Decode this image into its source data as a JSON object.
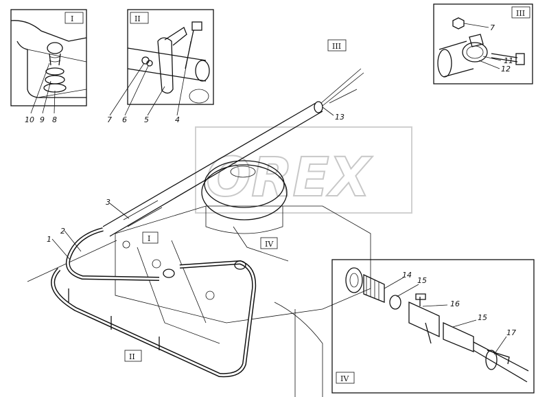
{
  "watermark": "OREX",
  "inset_tags": [
    "I",
    "II",
    "III",
    "IV"
  ],
  "callouts": {
    "inset1": [
      "10",
      "9",
      "8"
    ],
    "inset2": [
      "7",
      "6",
      "5",
      "4"
    ],
    "inset3": [
      "7",
      "11",
      "12"
    ],
    "inset4": [
      "14",
      "15",
      "16",
      "15",
      "17"
    ],
    "main": [
      "1",
      "2",
      "3",
      "13"
    ]
  },
  "view_markers": [
    "I",
    "II",
    "III",
    "IV"
  ]
}
